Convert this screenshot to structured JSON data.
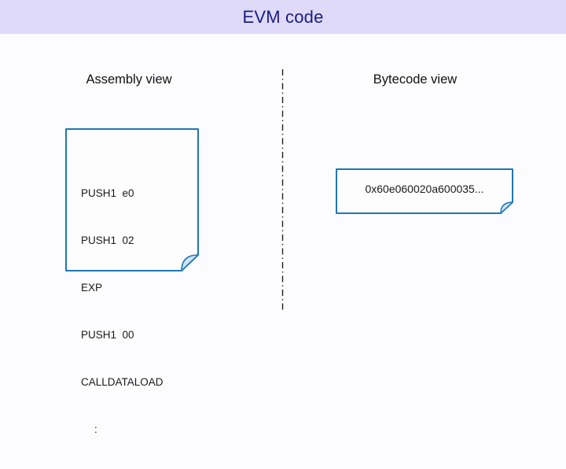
{
  "header": {
    "title": "EVM code"
  },
  "assembly_panel": {
    "heading": "Assembly view",
    "note": {
      "lines": [
        "PUSH1  e0",
        "PUSH1  02",
        "EXP",
        "PUSH1  00",
        "CALLDATALOAD",
        ":"
      ]
    }
  },
  "bytecode_panel": {
    "heading": "Bytecode view",
    "note": {
      "text": "0x60e060020a600035..."
    }
  },
  "divider": {
    "style": "vertical dash-dot separator"
  },
  "colors": {
    "banner_bg": "#dedaf7",
    "title_text": "#1b1b84",
    "note_border": "#2077b4",
    "note_fill": "#fdfdfe",
    "note_fold_fill": "#cfe4f6",
    "divider_stroke": "#222222"
  }
}
